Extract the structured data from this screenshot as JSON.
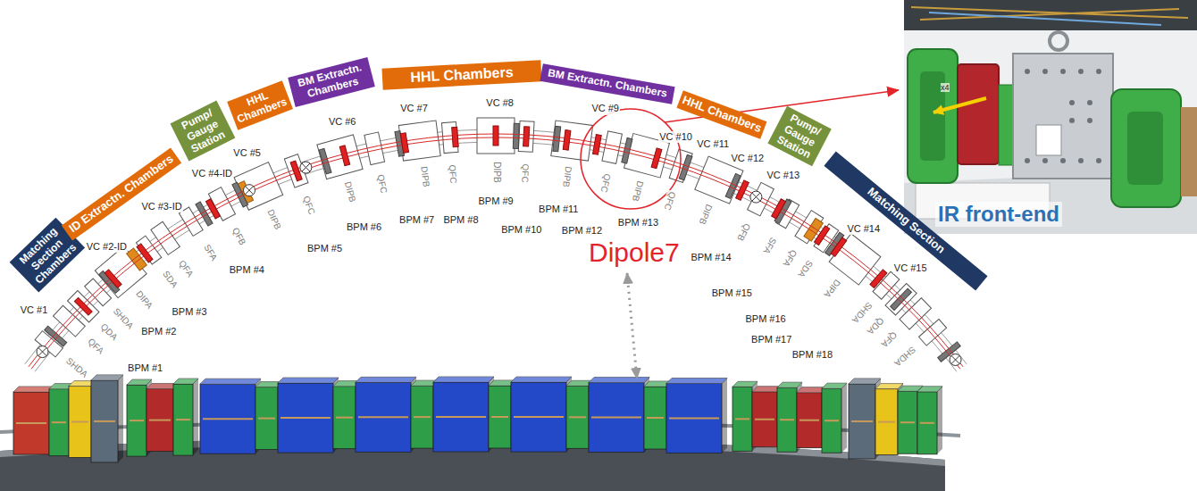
{
  "diagram": {
    "nodes": [
      {
        "text": [
          "Matching Section Chambers"
        ]
      },
      {
        "text": [
          "ID Extractn. Chambers"
        ]
      },
      {
        "text": [
          "Pump/ Gauge Station"
        ]
      },
      {
        "text": [
          "HHL Chambers"
        ]
      },
      {
        "text": [
          "BM Extractn. Chambers"
        ]
      },
      {
        "text": [
          "HHL Chambers"
        ]
      },
      {
        "text": [
          "BM Extractn. Chambers"
        ]
      },
      {
        "text": [
          "HHL Chambers"
        ]
      },
      {
        "text": [
          "Pump/ Gauge Station"
        ]
      },
      {
        "text": [
          "Matching Section"
        ]
      }
    ],
    "labels": [
      "VC #1",
      "VC #2-ID",
      "VC #3-ID",
      "VC #4-ID",
      "VC #5",
      "VC #6",
      "VC #7",
      "VC #8",
      "VC #9",
      "VC #10",
      "VC #11",
      "VC #12",
      "VC #13",
      "VC #14",
      "VC #15",
      "BPM #1",
      "BPM #2",
      "BPM #3",
      "BPM #4",
      "BPM #5",
      "BPM #6",
      "BPM #7",
      "BPM #8",
      "BPM #9",
      "BPM #10",
      "BPM #11",
      "BPM #12",
      "BPM #13",
      "BPM #14",
      "BPM #15",
      "BPM #16",
      "BPM #17",
      "BPM #18",
      "SHDA",
      "QFA",
      "QDA",
      "SHDA",
      "DIPA",
      "SDA",
      "QFA",
      "SFA",
      "QFB",
      "DIPB",
      "QFC",
      "DIPB",
      "QFC",
      "DIPB",
      "QFC",
      "DIPB",
      "QFC",
      "DIPB",
      "QFC",
      "DIPB",
      "QFC",
      "DIPB",
      "QFB",
      "SFA",
      "QFA",
      "SDA",
      "DIPA",
      "SHDA",
      "QDA",
      "QFA",
      "SHDA",
      "Dipole7",
      "IR front-end",
      "x4"
    ]
  }
}
